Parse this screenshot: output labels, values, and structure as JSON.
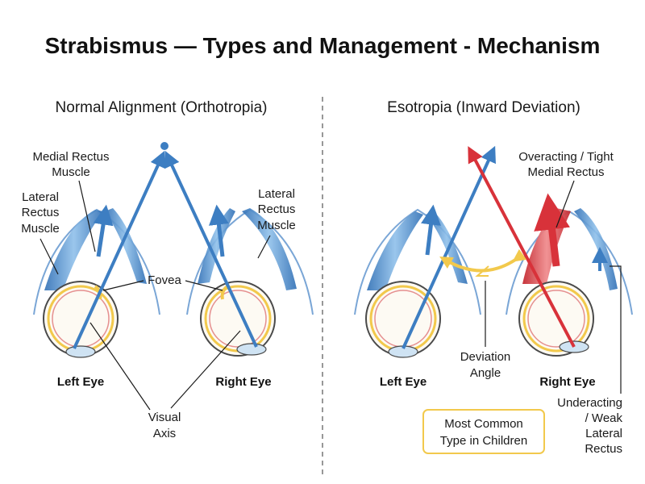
{
  "title": "Strabismus — Types and Management - Mechanism",
  "left_panel": {
    "heading": "Normal Alignment (Orthotropia)",
    "medial_rectus": [
      "Medial Rectus",
      "Muscle"
    ],
    "lateral_rectus_left": [
      "Lateral",
      "Rectus",
      "Muscle"
    ],
    "lateral_rectus_right": [
      "Lateral",
      "Rectus",
      "Muscle"
    ],
    "fovea": "Fovea",
    "left_eye": "Left Eye",
    "right_eye": "Right Eye",
    "visual_axis": [
      "Visual",
      "Axis"
    ]
  },
  "right_panel": {
    "heading": "Esotropia (Inward Deviation)",
    "overacting": [
      "Overacting / Tight",
      "Medial Rectus"
    ],
    "deviation_angle": [
      "Deviation",
      "Angle"
    ],
    "left_eye": "Left Eye",
    "right_eye": "Right Eye",
    "underacting": [
      "Underacting",
      "/ Weak",
      "Lateral",
      "Rectus"
    ],
    "note_box": [
      "Most Common",
      "Type in Children"
    ]
  },
  "colors": {
    "axis_blue": "#3d7ec2",
    "muscle_blue": "#5d9cd6",
    "tight_red": "#d8323a",
    "fovea_yellow": "#f2c94c",
    "divider": "#777777"
  }
}
